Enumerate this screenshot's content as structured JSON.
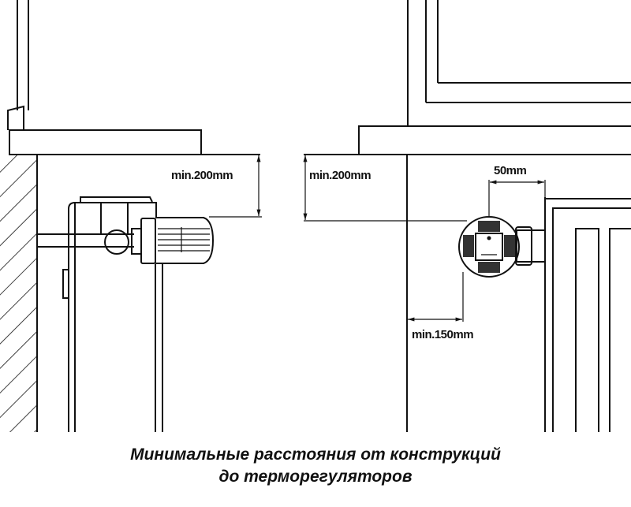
{
  "dimensions": {
    "left_height": "min.200mm",
    "right_height": "min.200mm",
    "offset": "50mm",
    "wall_clearance": "min.150mm"
  },
  "caption": {
    "line1": "Минимальные расстояния от конструкций",
    "line2": "до терморегуляторов"
  }
}
